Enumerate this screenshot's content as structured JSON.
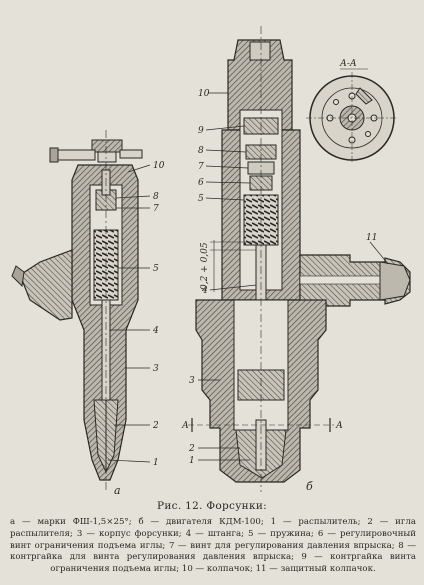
{
  "figure": {
    "title": "Рис. 12. Форсунки:",
    "legend_text": "а — марки ФШ-1,5×25°; б — двигателя КДМ-100; 1 — распылитель; 2 — игла распылителя; 3 — корпус форсунки; 4 — штанга; 5 — пружина; 6 — регулировочный винт ограничения подъема иглы; 7 — винт для регулирования давления впрыска; 8 — контргайка для винта регулирования давления впрыска; 9 — контргайка винта ограничения подъема иглы; 10 — колпачок; 11 — защитный колпачок."
  },
  "drawing_a": {
    "caption": "а",
    "callouts": [
      "10",
      "8",
      "7",
      "5",
      "4",
      "3",
      "2",
      "1"
    ]
  },
  "drawing_b": {
    "caption": "б",
    "callouts": [
      "10",
      "9",
      "8",
      "7",
      "6",
      "5",
      "4",
      "3",
      "2",
      "1",
      "11"
    ],
    "section_label": "А-А",
    "section_mark_left": "А",
    "section_mark_right": "А",
    "dimension": "0,2 + 0,05"
  },
  "colors": {
    "paper": "#e4e1d8",
    "ink": "#2a2826",
    "hatch": "#5a5650"
  }
}
